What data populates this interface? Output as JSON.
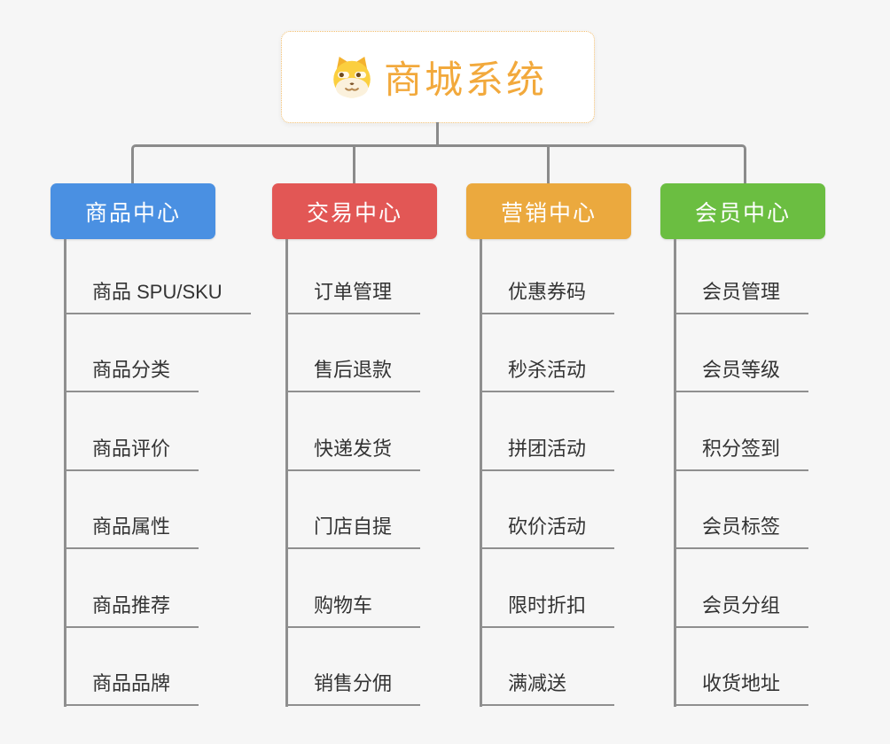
{
  "canvas": {
    "background_color": "#F6F6F6",
    "connector_color": "#8B8B8B"
  },
  "root": {
    "title": "商城系统",
    "icon": "doge-face-icon",
    "accent_color": "#F2A93C",
    "border_color": "#F2BE6E"
  },
  "branches": [
    {
      "label": "商品中心",
      "color": "#4A90E2",
      "items": [
        "商品 SPU/SKU",
        "商品分类",
        "商品评价",
        "商品属性",
        "商品推荐",
        "商品品牌"
      ]
    },
    {
      "label": "交易中心",
      "color": "#E25755",
      "items": [
        "订单管理",
        "售后退款",
        "快递发货",
        "门店自提",
        "购物车",
        "销售分佣"
      ]
    },
    {
      "label": "营销中心",
      "color": "#EBA93E",
      "items": [
        "优惠券码",
        "秒杀活动",
        "拼团活动",
        "砍价活动",
        "限时折扣",
        "满减送"
      ]
    },
    {
      "label": "会员中心",
      "color": "#6BBE41",
      "items": [
        "会员管理",
        "会员等级",
        "积分签到",
        "会员标签",
        "会员分组",
        "收货地址"
      ]
    }
  ]
}
